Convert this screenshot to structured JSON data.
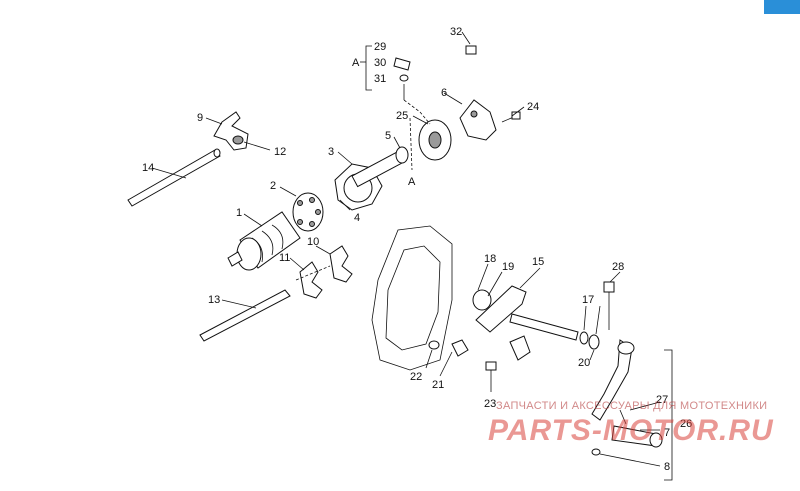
{
  "diagram": {
    "group_label": "A",
    "section_marker": "A",
    "callouts": [
      "1",
      "2",
      "3",
      "4",
      "5",
      "6",
      "7",
      "8",
      "9",
      "10",
      "11",
      "12",
      "13",
      "14",
      "15",
      "17",
      "18",
      "19",
      "20",
      "21",
      "22",
      "23",
      "24",
      "25",
      "26",
      "27",
      "28",
      "29",
      "30",
      "31",
      "32"
    ]
  },
  "watermark": {
    "tagline": "ЗАПЧАСТИ И АКСЕССУАРЫ ДЛЯ МОТОТЕХНИКИ",
    "brand": "PARTS-MOTOR.RU"
  },
  "colors": {
    "accent": "#2a8fd8",
    "watermark": "#d9453e"
  }
}
